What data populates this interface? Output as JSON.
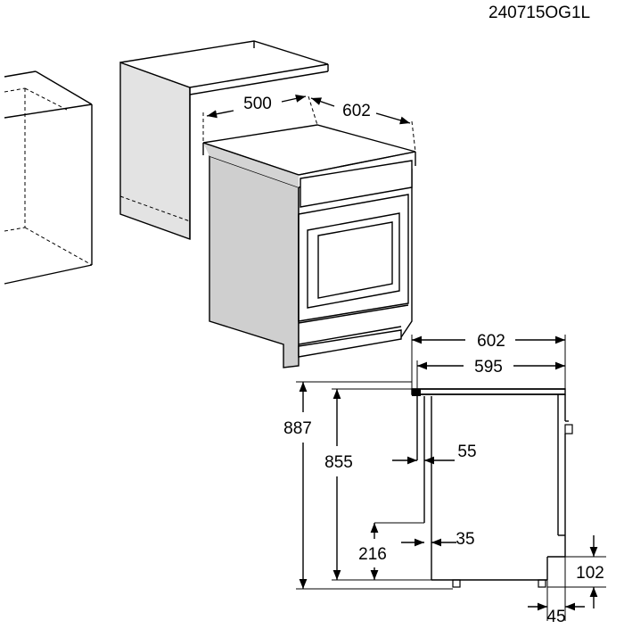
{
  "figure_code": "240715OG1L",
  "dimensions": {
    "perspective_depth": "500",
    "perspective_width": "602",
    "side_total_depth": "602",
    "side_body_depth": "595",
    "total_height": "887",
    "body_height": "855",
    "upper_offset": "55",
    "lower_offset": "35",
    "lower_height": "216",
    "foot_height": "102",
    "foot_depth": "45"
  }
}
